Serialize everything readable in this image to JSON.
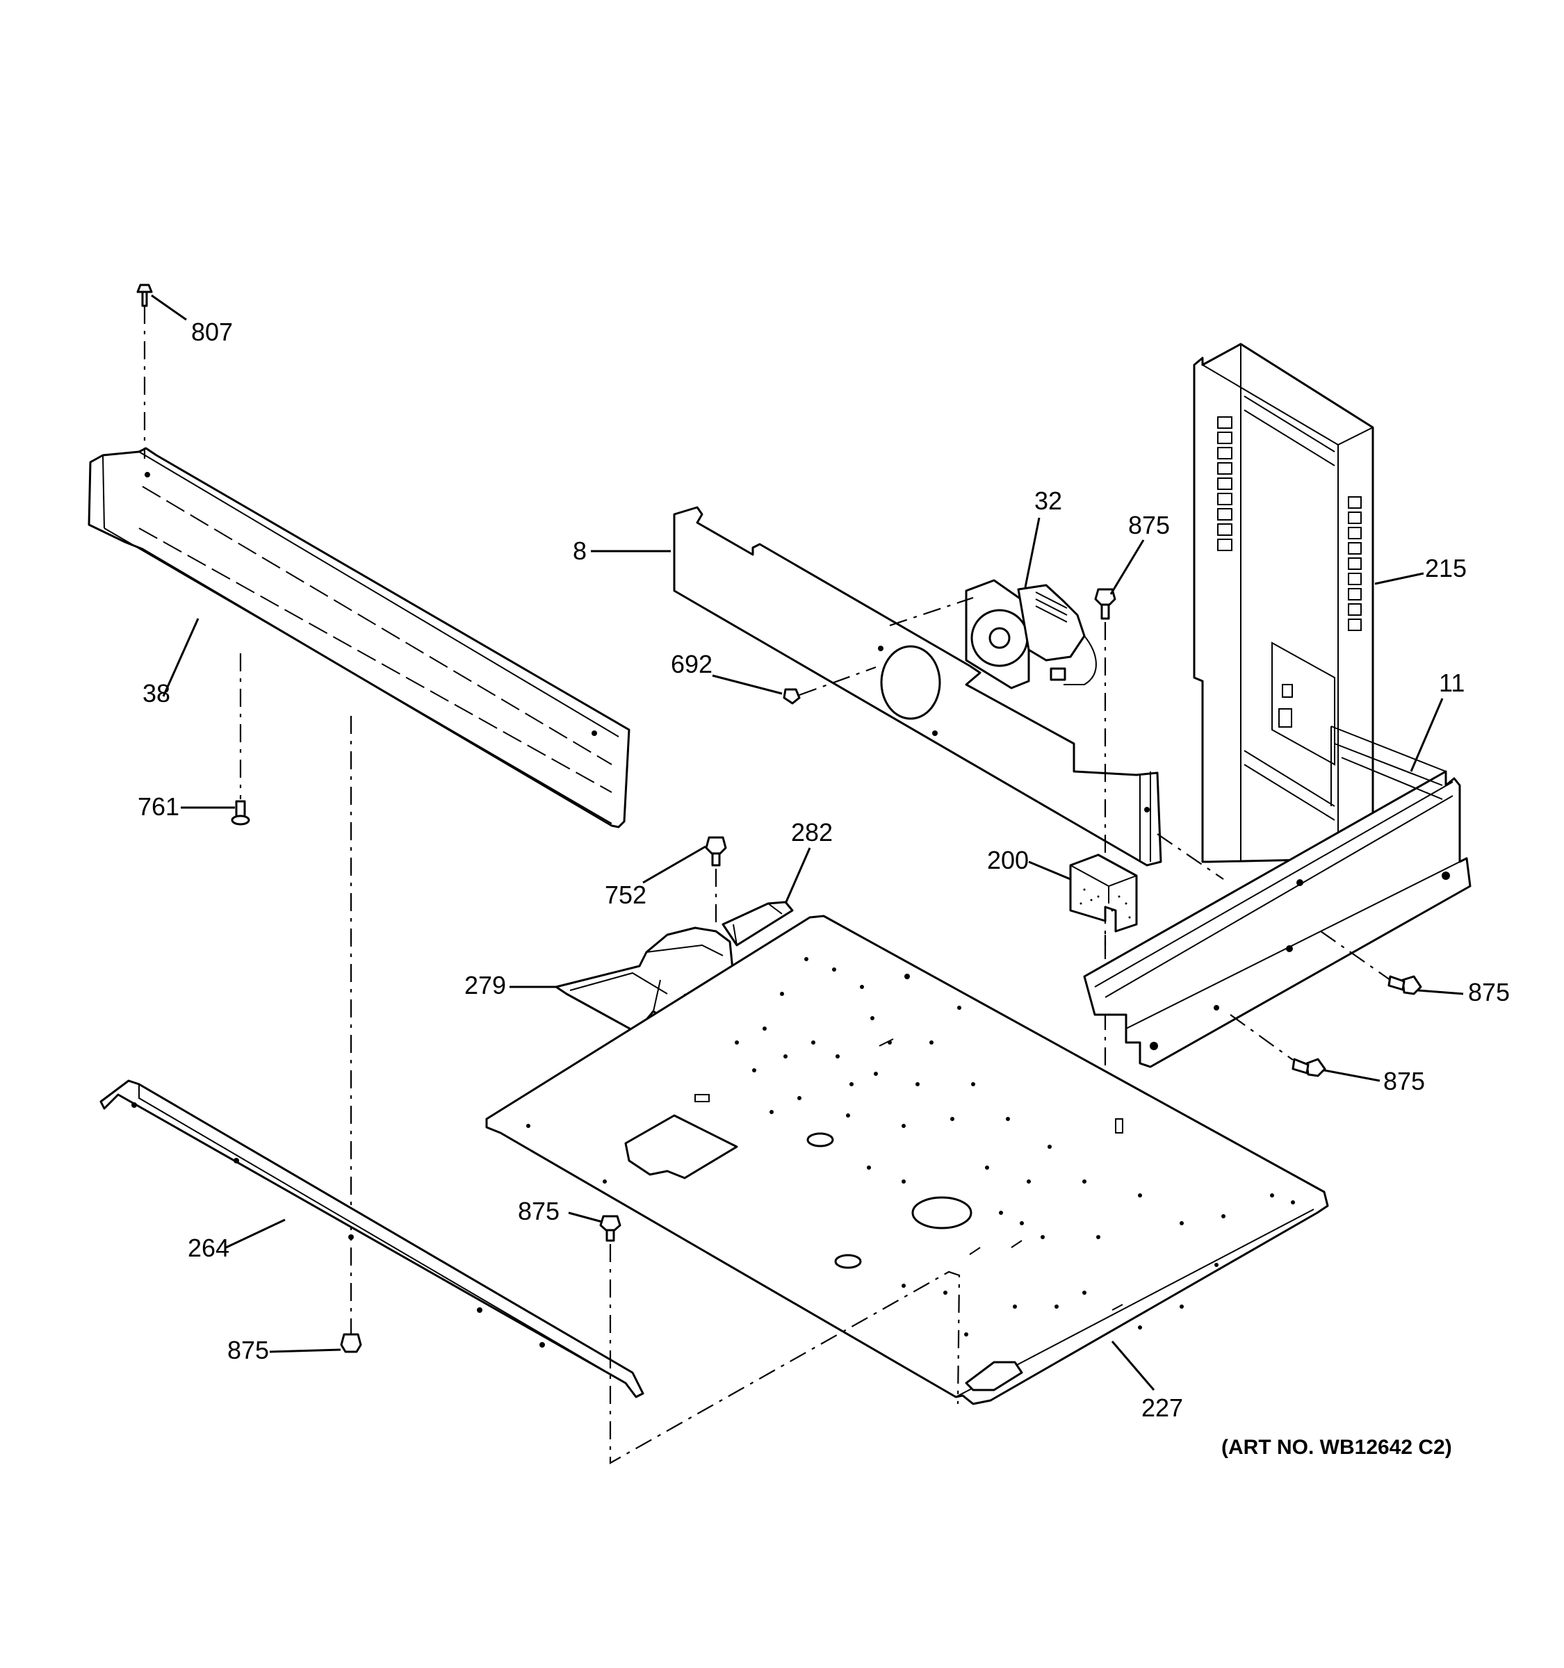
{
  "callouts": {
    "c807": "807",
    "c38": "38",
    "c761": "761",
    "c8": "8",
    "c692": "692",
    "c32": "32",
    "c875_fan": "875",
    "c215": "215",
    "c11": "11",
    "c200": "200",
    "c752": "752",
    "c282": "282",
    "c279": "279",
    "c875_right1": "875",
    "c875_right2": "875",
    "c875_mid": "875",
    "c264": "264",
    "c875_left": "875",
    "c227": "227"
  },
  "art_number": "(ART NO. WB12642 C2)"
}
